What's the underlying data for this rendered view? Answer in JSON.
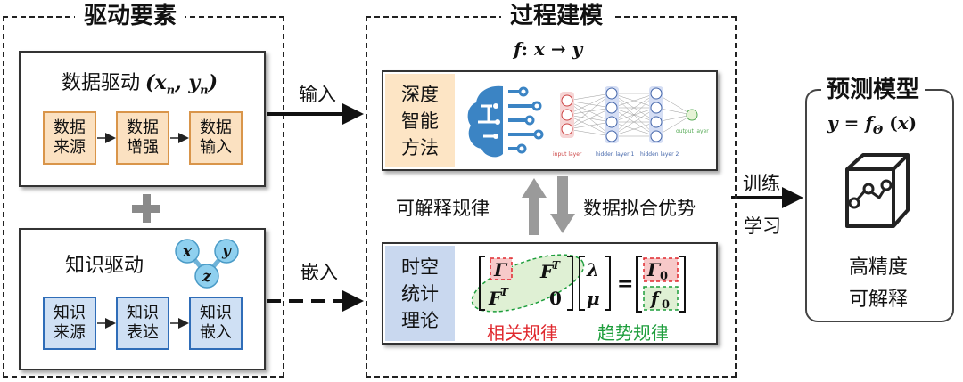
{
  "drivers": {
    "title": "驱动要素",
    "data_driven": {
      "title": "数据驱动",
      "formula": "(xn, yn)",
      "steps": [
        "数据\n来源",
        "数据\n增强",
        "数据\n输入"
      ]
    },
    "plus": "+",
    "knowledge_driven": {
      "title": "知识驱动",
      "molecule_labels": [
        "x",
        "y",
        "z"
      ],
      "steps": [
        "知识\n来源",
        "知识\n表达",
        "知识\n嵌入"
      ]
    }
  },
  "process": {
    "title": "过程建模",
    "formula": "f: x → y",
    "deep_method": {
      "label": "深度\n智能\n方法",
      "nn_layers": [
        "input layer",
        "hidden layer 1",
        "hidden layer 2",
        "output layer"
      ]
    },
    "up_label": "可解释规律",
    "down_label": "数据拟合优势",
    "spatiotemporal": {
      "label": "时空\n统计\n理论",
      "legend_red": "相关规律",
      "legend_green": "趋势规律"
    }
  },
  "arrows": {
    "input": "输入",
    "embed": "嵌入",
    "train": "训练",
    "learn": "学习"
  },
  "prediction": {
    "title": "预测模型",
    "formula": "y = fΘ (x)",
    "desc_line1": "高精度",
    "desc_line2": "可解释"
  },
  "colors": {
    "orange_fill": "#fbe1c1",
    "orange_border": "#d9954a",
    "blue_fill": "#cfe0f4",
    "blue_border": "#2f6db8",
    "deep_label_bg": "#fde5c5",
    "stats_label_bg": "#c9d8ef",
    "red": "#e0282e",
    "green": "#1e9e3c"
  },
  "icons": [
    "brain-circuit-icon",
    "neural-network-icon",
    "molecule-icon",
    "cube-chart-icon",
    "plus-icon"
  ]
}
